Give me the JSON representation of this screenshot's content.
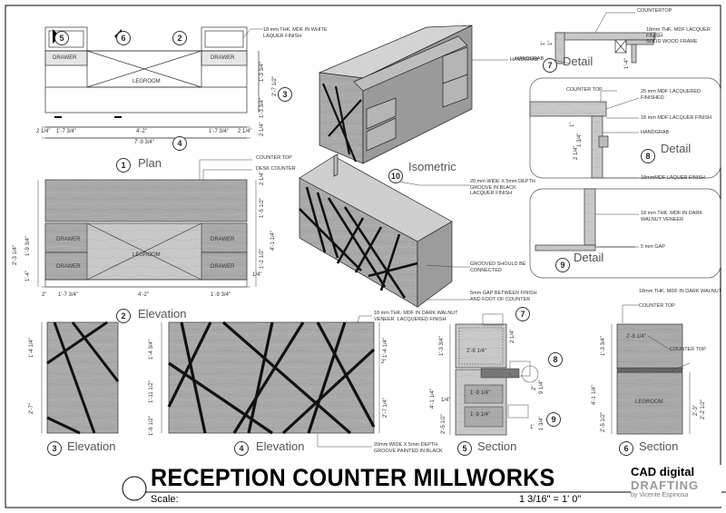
{
  "sheet": {
    "title": "RECEPTION COUNTER MILLWORKS",
    "scale_label": "Scale:",
    "scale_value": "1 3/16\" = 1' 0\"",
    "brand_line1": "CAD digital",
    "brand_line2": "DRAFTING",
    "brand_line3": "by Vicente Espinosa",
    "colors": {
      "wood": "#a7a7a7",
      "groove": "#111111",
      "line": "#333333"
    }
  },
  "views": {
    "plan": {
      "number": "1",
      "title": "Plan"
    },
    "elevation2": {
      "number": "2",
      "title": "Elevation"
    },
    "elevation3": {
      "number": "3",
      "title": "Elevation"
    },
    "elevation4": {
      "number": "4",
      "title": "Elevation"
    },
    "section5": {
      "number": "5",
      "title": "Section"
    },
    "section6": {
      "number": "6",
      "title": "Section"
    },
    "detail7": {
      "number": "7",
      "title": "Detail"
    },
    "detail8": {
      "number": "8",
      "title": "Detail"
    },
    "detail9": {
      "number": "9",
      "title": "Detail"
    },
    "isometric": {
      "number": "10",
      "title": "Isometric"
    }
  },
  "callouts": {
    "plan_5": "5",
    "plan_6": "6",
    "plan_2": "2",
    "plan_3": "3",
    "plan_4": "4",
    "sec_7": "7",
    "sec_8": "8",
    "sec_9": "9"
  },
  "plan": {
    "drawer_left": "DRAWER",
    "drawer_right": "DRAWER",
    "legroom": "LEGROOM",
    "note": "18 mm THK. MDF IN WHITE\nLAQUER FINISH",
    "dims_bottom": [
      "2 1/4\"",
      "1'-7 3/4\"",
      "4'-2\"",
      "1'-7 3/4\"",
      "2 1/4\""
    ],
    "dim_total": "7'-9 3/4\"",
    "dims_right": [
      "1'-3 3/4\"",
      "2'-7 1/2\"",
      "1'-3 3/4\"",
      "2 1/4\""
    ]
  },
  "elevation2": {
    "counter_top": "COUNTER TOP",
    "desk_counter": "DESK COUNTER",
    "drawers": [
      "DRAWER",
      "DRAWER",
      "DRAWER",
      "DRAWER"
    ],
    "legroom": "LEGROOM",
    "dims_bottom": [
      "2\"",
      "1'-7 3/4\"",
      "4'-2\"",
      "1'-9 3/4\""
    ],
    "dims_right": [
      "2 1/4\"",
      "1'-5 1/2\"",
      "1'-2 1/2\"",
      "4'-1 1/4\"",
      "1/4\""
    ],
    "dims_left": [
      "2'-3 1/4\"",
      "1'-9 3/4\"",
      "1'-4\""
    ]
  },
  "elevation3": {
    "dims_left": [
      "1'-4 1/4\"",
      "2'-7\""
    ]
  },
  "elevation4": {
    "note_top": "18 mm THK. MDF IN DARK WALNUT\nVENEER  LACQUERED FINISH",
    "note_bottom": "20mm WIDE X 5mm DEPTH\nGROOVE PAINTED IN BLACK",
    "dims_left": [
      "1'-4 3/4\"",
      "1'-11 1/2\"",
      "1'-6 1/2\""
    ],
    "dims_right": [
      "1'-4 1/4\"",
      "2\"",
      "2'-7 1/4\""
    ]
  },
  "section5": {
    "inner_dim": "2'-6 1/4\"",
    "dims_left": [
      "1'-3 3/4\"",
      "4'-1 1/4\"",
      "1/4\"",
      "2'-5 1/2\""
    ],
    "drawer_dims": [
      "1'-9 1/4\"",
      "1'-9 1/4\""
    ],
    "small_dims": [
      "2 1/4\"",
      "2\"",
      "9 1/4\"",
      "1 3/4\"",
      "1'"
    ]
  },
  "section6": {
    "note_top": "18mm THK. MDF IN DARK WALNUT",
    "counter_top_a": "COUNTER TOP",
    "counter_top_b": "COUNTER TOP",
    "inner_dim": "2'-8 1/4\"",
    "legroom": "LEGROOM",
    "dims_left": [
      "1'-3 3/4\"",
      "4'-1 1/4\"",
      "2'-5 1/2\""
    ],
    "dims_right": [
      "2'-3\"",
      "2'-2 1/2\""
    ]
  },
  "detail6top": {
    "countertop": "COUNTERTOP",
    "note": "18mm THK. MDF LACQUER\nFINISH\nSOLID WOOD FRAME",
    "handgrab": "HANDGRAB",
    "dims": [
      "1'",
      "1\"",
      "1'-4\""
    ]
  },
  "detail8": {
    "counter_top": "COUNTER TOP",
    "note1": "25 mm MDF LACQUERED\nFINISHED",
    "note2": "18 mm MDF LACQUER FINISH",
    "handgrab": "HANDGRAB",
    "note3": "18mmMDF LAQUER FINISH",
    "dims": [
      "1\"",
      "1 3/4\"",
      "2 1/4\""
    ]
  },
  "detail9": {
    "note1": "18 mm THK. MDF IN DARK\nWALNUT VENEER",
    "gap": "5 mm GAP"
  },
  "isometric": {
    "handgrab": "HANDGRAB",
    "groove_note": "20 mm WIDE X 5mm DEPTH\nGROOVE IN BLACK\nLACQUER FINISH",
    "connected_note": "GROOVED SHOULD BE\nCONNECTED",
    "gap_note": "5mm GAP BETWEEN FINISH\nAND FOOT OF COUNTER"
  }
}
